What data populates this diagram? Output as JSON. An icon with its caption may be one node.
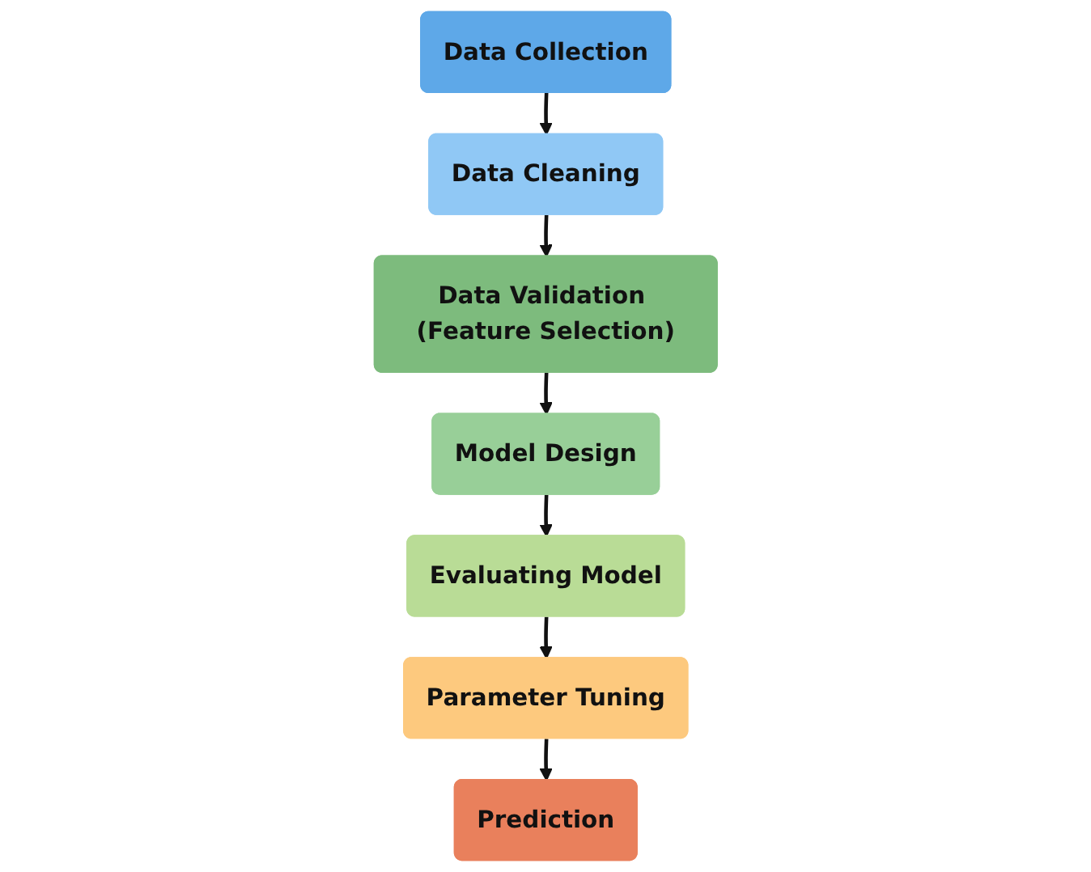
{
  "diagram": {
    "nodes": [
      {
        "text": [
          "Data Collection"
        ]
      },
      {
        "text": [
          "Data Cleaning"
        ]
      },
      {
        "text": [
          "Data Validation (Feature Selection)"
        ]
      },
      {
        "text": [
          "Model Design"
        ]
      },
      {
        "text": [
          "Evaluating Model"
        ]
      },
      {
        "text": [
          "Parameter Tuning"
        ]
      },
      {
        "text": [
          "Prediction"
        ]
      }
    ],
    "edges": [
      {
        "from": 0,
        "to": 1,
        "arrow": "to"
      },
      {
        "from": 1,
        "to": 2,
        "arrow": "to"
      },
      {
        "from": 2,
        "to": 3,
        "arrow": "to"
      },
      {
        "from": 3,
        "to": 4,
        "arrow": "to"
      },
      {
        "from": 4,
        "to": 5,
        "arrow": "to"
      },
      {
        "from": 5,
        "to": 6,
        "arrow": "to"
      }
    ]
  }
}
